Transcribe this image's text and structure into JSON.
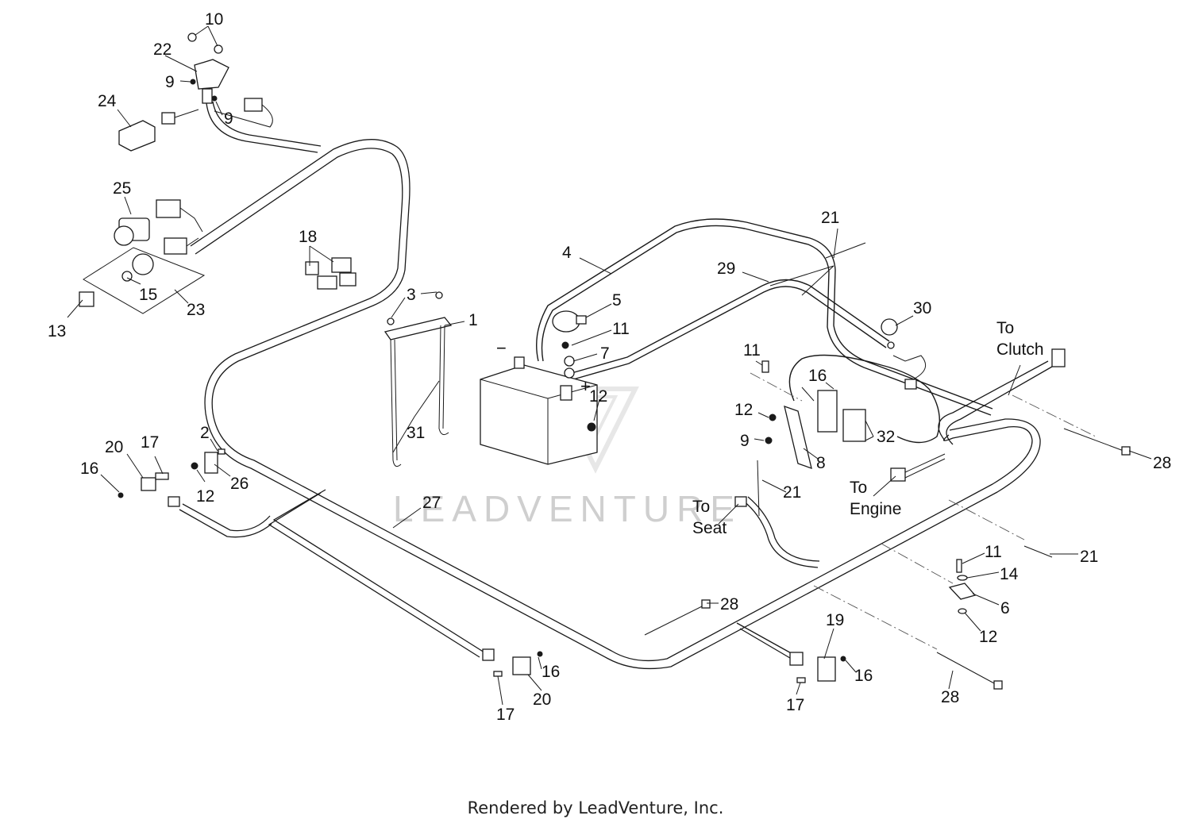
{
  "watermark": "LEADVENTURE",
  "footer": "Rendered by LeadVenture, Inc.",
  "symbols": {
    "negative": "−",
    "positive": "+"
  },
  "callouts": [
    "10",
    "22",
    "9",
    "9",
    "24",
    "25",
    "13",
    "15",
    "23",
    "18",
    "3",
    "1",
    "4",
    "5",
    "11",
    "7",
    "12",
    "21",
    "29",
    "30",
    "11",
    "16",
    "12",
    "9",
    "8",
    "32",
    "31",
    "2",
    "26",
    "12",
    "20",
    "17",
    "16",
    "27",
    "21",
    "28",
    "21",
    "11",
    "14",
    "6",
    "12",
    "28",
    "19",
    "16",
    "17",
    "20",
    "16",
    "17",
    "28"
  ],
  "to_labels": {
    "clutch": [
      "To",
      "Clutch"
    ],
    "engine": [
      "To",
      "Engine"
    ],
    "seat": [
      "To",
      "Seat"
    ]
  }
}
